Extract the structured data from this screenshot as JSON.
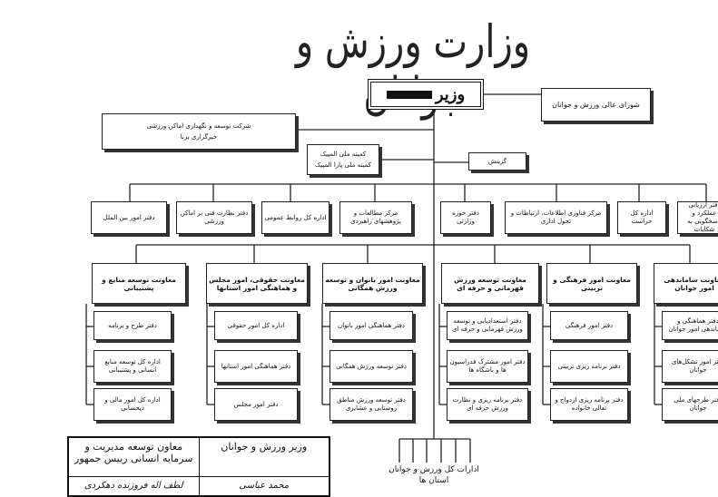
{
  "title": "وزارت ورزش و جوانان",
  "minister": "وزیر",
  "high_council": "شورای عالی ورزش و جوانان",
  "left_unit": {
    "line1": "شرکت توسعه و نگهداری اماکن ورزشی",
    "line2": "خبرگزاری برنا"
  },
  "olympic": {
    "line1": "کمیته ملی المپیک",
    "line2": "کمیته ملی پارا المپیک"
  },
  "protection": "گزینش",
  "staff_units": [
    "دفتر امور بین الملل",
    "دفتر نظارت فنی بر اماکن ورزشی",
    "اداره کل روابط عمومی",
    "مرکز مطالعات و پژوهشهای راهبردی",
    "دفتر حوزه وزارتی",
    "مرکز فناوری اطلاعات، ارتباطات و تحول اداری",
    "اداره کل حراست",
    "دفتر ارزیابی عملکرد و پاسخگویی به شکایات"
  ],
  "deputies": [
    {
      "title": "معاونت توسعه منابع و پشتیبانی",
      "units": [
        "دفتر طرح و برنامه",
        "اداره کل توسعه منابع انسانی و پشتیبانی",
        "اداره کل امور مالی و ذیحسابی"
      ]
    },
    {
      "title": "معاونت حقوقی، امور مجلس و هماهنگی امور استانها",
      "units": [
        "اداره کل امور حقوقی",
        "دفتر هماهنگی امور استانها",
        "دفتر امور مجلس"
      ]
    },
    {
      "title": "معاونت امور بانوان و توسعه ورزش همگانی",
      "units": [
        "دفتر هماهنگی امور بانوان",
        "دفتر توسعه ورزش همگانی",
        "دفتر توسعه ورزش مناطق روستایی و عشایری"
      ]
    },
    {
      "title": "معاونت توسعه ورزش قهرمانی و حرفه ای",
      "units": [
        "دفتر استعدادیابی و توسعه ورزش قهرمانی و حرفه ای",
        "دفتر امور مشترک فدراسیون ها و باشگاه ها",
        "دفتر برنامه ریزی و نظارت ورزش حرفه ای"
      ]
    },
    {
      "title": "معاونت امور فرهنگی و تربیتی",
      "units": [
        "دفتر امور فرهنگی",
        "دفتر برنامه ریزی تربیتی",
        "دفتر برنامه ریزی ازدواج و تعالی خانواده"
      ]
    },
    {
      "title": "معاونت ساماندهی امور جوانان",
      "units": [
        "دفتر هماهنگی و ساماندهی امور جوانان",
        "دفتر امور تشکل‌های جوانان",
        "دفتر طرحهای ملی جوانان"
      ]
    }
  ],
  "provinces": "ادارات کل ورزش و جوانان استان ها",
  "signatures": {
    "col1_title": "وزیر ورزش و جوانان",
    "col1_name": "محمد عباسی",
    "col2_title": "معاون توسعه مدیریت و سرمایه انسانی رییس جمهور",
    "col2_name": "لطف اله فروزنده دهکردی"
  }
}
